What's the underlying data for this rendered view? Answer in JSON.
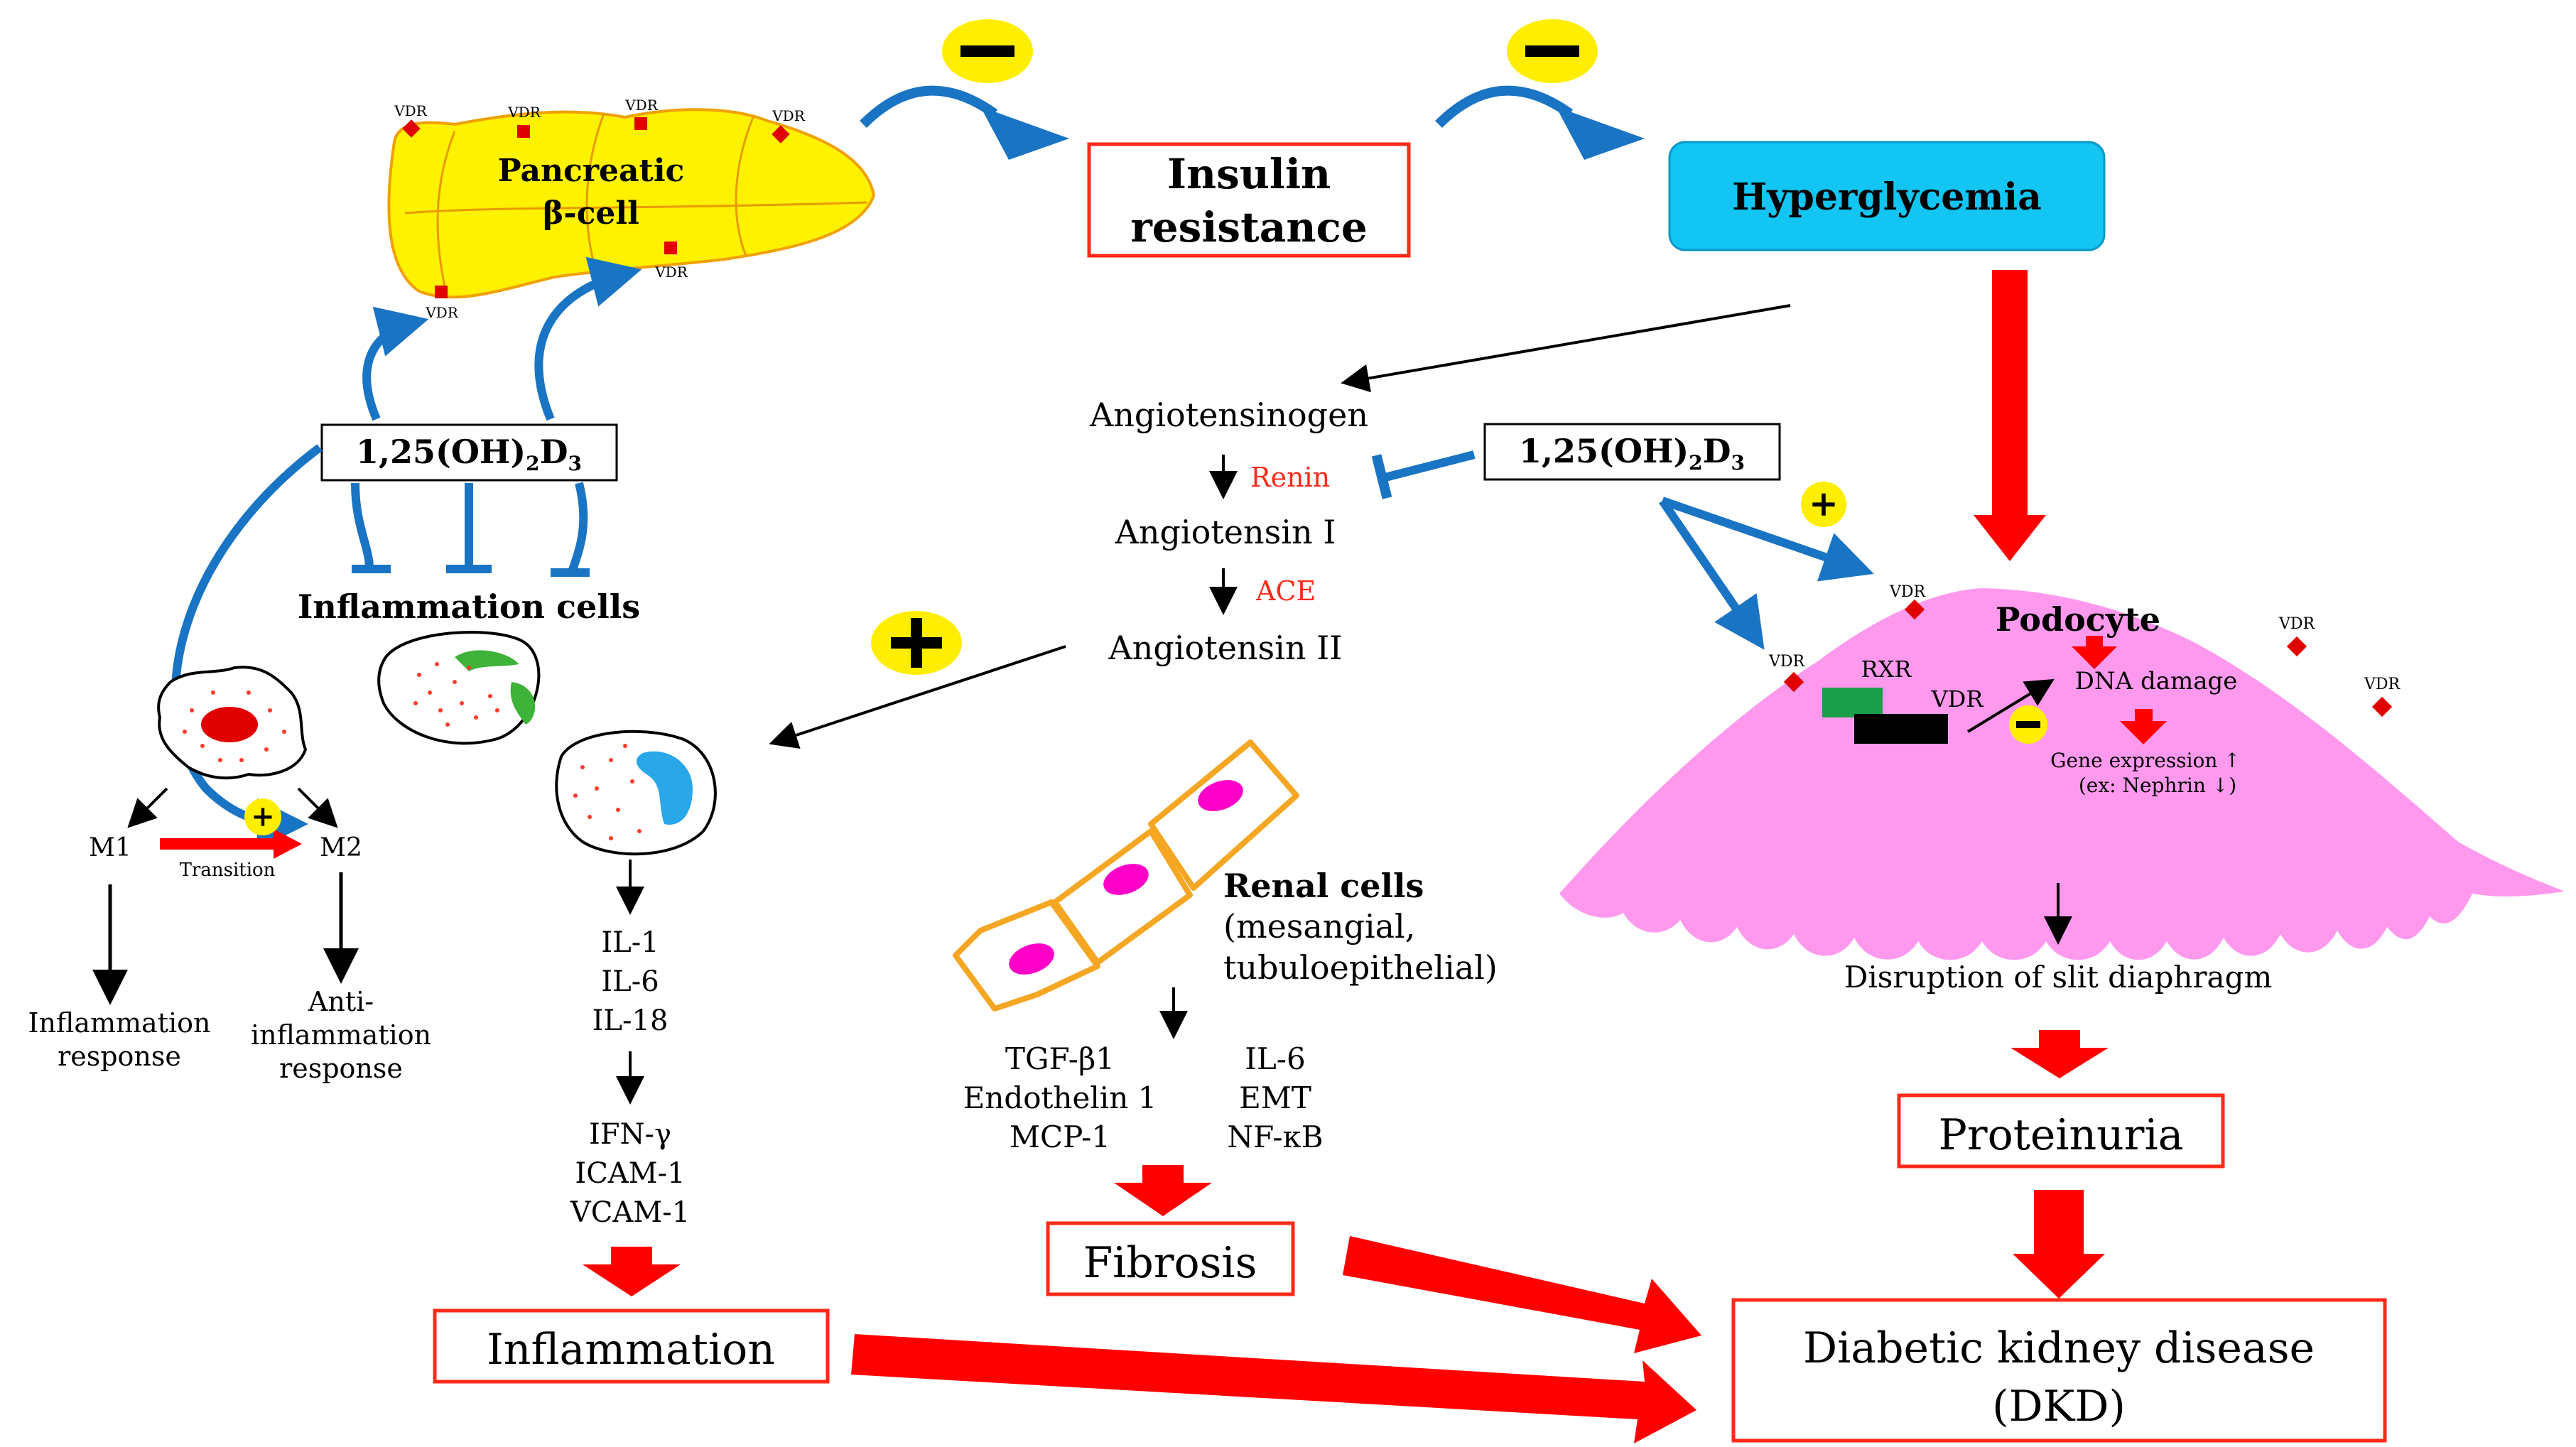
{
  "minus_sign": "−",
  "plus_sign": "+",
  "pancreas": {
    "title_line1": "Pancreatic",
    "title_line2": "β-cell",
    "vdr": "VDR"
  },
  "insulin_resistance": {
    "line1": "Insulin",
    "line2": "resistance"
  },
  "hyperglycemia": "Hyperglycemia",
  "vitd_left": {
    "base": "1,25(OH)",
    "sub2": "2",
    "mid": "D",
    "sub3": "3"
  },
  "vitd_right": {
    "base": "1,25(OH)",
    "sub2": "2",
    "mid": "D",
    "sub3": "3"
  },
  "raas": {
    "angiotensinogen": "Angiotensinogen",
    "renin": "Renin",
    "angiotensin1": "Angiotensin I",
    "ace": "ACE",
    "angiotensin2": "Angiotensin II"
  },
  "inflammation_cells": "Inflammation cells",
  "macrophage": {
    "m1": "M1",
    "m2": "M2",
    "transition": "Transition",
    "m1_response_line1": "Inflammation",
    "m1_response_line2": "response",
    "m2_response_line1": "Anti-",
    "m2_response_line2": "inflammation",
    "m2_response_line3": "response"
  },
  "cytokines_1": [
    "IL-1",
    "IL-6",
    "IL-18"
  ],
  "cytokines_2": [
    "IFN-γ",
    "ICAM-1",
    "VCAM-1"
  ],
  "inflammation": "Inflammation",
  "renal": {
    "title": "Renal cells",
    "sub_line1": "(mesangial,",
    "sub_line2": "tubuloepithelial)",
    "markers_left": [
      "TGF-β1",
      "Endothelin 1",
      "MCP-1"
    ],
    "markers_right": [
      "IL-6",
      "EMT",
      "NF-κB"
    ]
  },
  "fibrosis": "Fibrosis",
  "podocyte": {
    "title": "Podocyte",
    "rxr": "RXR",
    "vdr": "VDR",
    "dna_damage": "DNA damage",
    "gene_expression": "Gene expression",
    "nephrin": "(ex: Nephrin",
    "nephrin_close": ")"
  },
  "slit": "Disruption of slit diaphragm",
  "proteinuria": "Proteinuria",
  "dkd": {
    "line1": "Diabetic kidney disease",
    "line2": "(DKD)"
  },
  "colors": {
    "blue_arrow": "#1a74c4",
    "red": "#ff0000",
    "yellow": "#ffee00",
    "cyan_box": "#12c5f2",
    "podocyte": "#ff99ee",
    "renal_border": "#f5a623",
    "nucleus": "#ff00c8",
    "green": "#1a9e4a"
  }
}
